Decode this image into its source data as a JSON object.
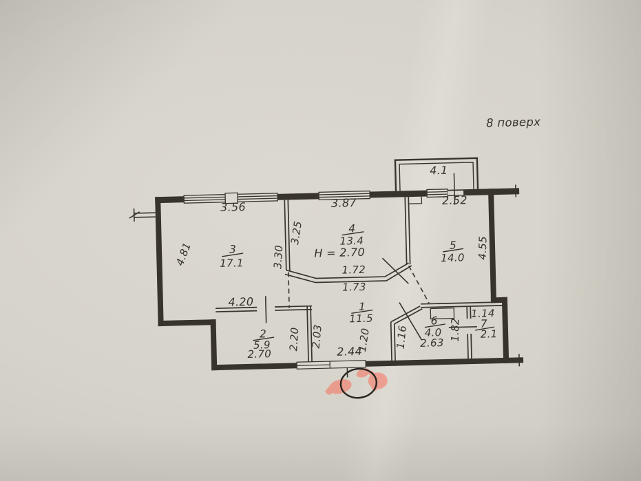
{
  "photo": {
    "floor_label": "8 поверх"
  },
  "plan": {
    "balcony": {
      "area": "4.1"
    },
    "dims": {
      "top_room3": "3.56",
      "top_room4": "3.87",
      "top_room5": "2.52",
      "left_room3": "4.81",
      "right_room3": "3.30",
      "left_room4": "3.25",
      "right_room5": "4.55",
      "ceiling_height": "H = 2.70",
      "bay_inner": "1.72",
      "bay_outer": "1.73",
      "room2_top": "4.20",
      "room2_right": "2.20",
      "room2_bottom": "2.70",
      "hall_right_of_room2": "2.03",
      "hall_left_of_room6": "1.20",
      "room6_left": "1.16",
      "room6_width": "2.63",
      "room7_left": "1.82",
      "room7_top": "1.14",
      "entrance_width": "2.44"
    },
    "rooms": [
      {
        "number": "1",
        "area": "11.5"
      },
      {
        "number": "2",
        "area": "5.9"
      },
      {
        "number": "3",
        "area": "17.1"
      },
      {
        "number": "4",
        "area": "13.4"
      },
      {
        "number": "5",
        "area": "14.0"
      },
      {
        "number": "6",
        "area": "4.0"
      },
      {
        "number": "7",
        "area": "2.1"
      }
    ]
  }
}
